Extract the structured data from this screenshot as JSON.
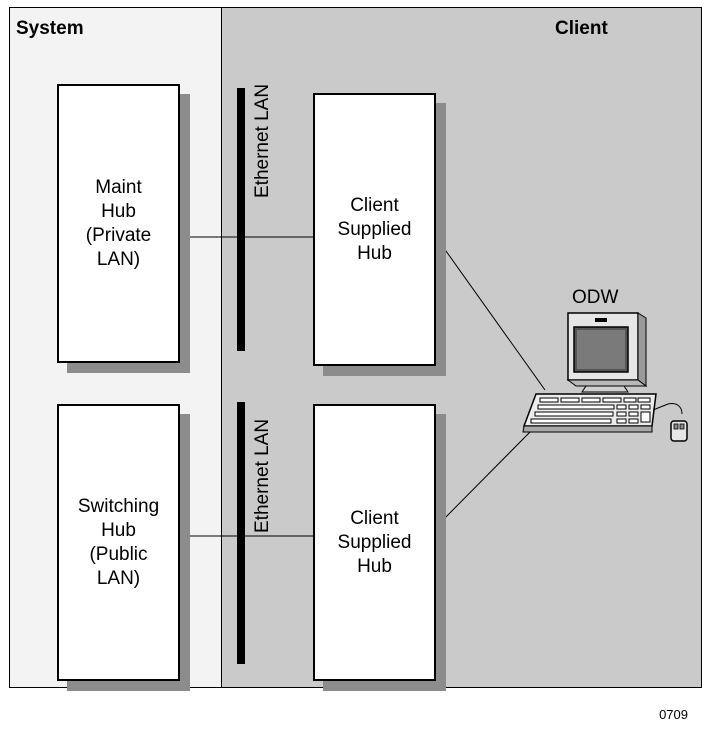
{
  "regions": {
    "system_title": "System",
    "client_title": "Client"
  },
  "system": {
    "maint_hub": "Maint\nHub\n(Private\nLAN)",
    "switching_hub": "Switching\nHub\n(Public\nLAN)"
  },
  "client": {
    "hub_top": "Client\nSupplied\nHub",
    "hub_bottom": "Client\nSupplied\nHub",
    "workstation_label": "ODW"
  },
  "network": {
    "bus_top_label": "Ethernet LAN",
    "bus_bottom_label": "Ethernet LAN"
  },
  "figure_number": "0709",
  "colors": {
    "system_bg": "#f3f3f3",
    "client_bg": "#cacaca",
    "shadow": "#8c8c8c"
  },
  "icons": {
    "workstation": "workstation-icon",
    "mouse": "mouse-icon"
  }
}
